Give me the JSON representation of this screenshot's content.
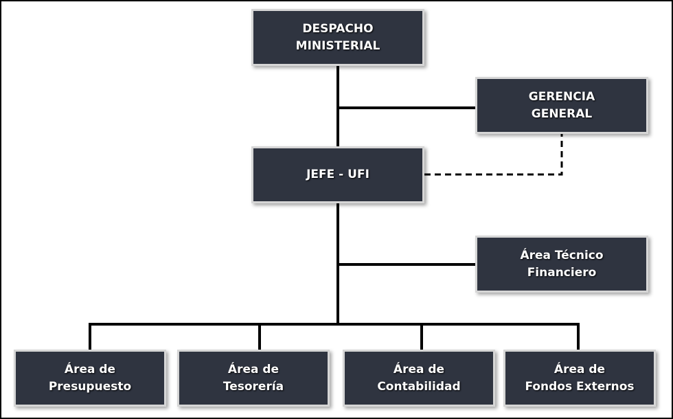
{
  "org_chart": {
    "despacho": {
      "line1": "DESPACHO",
      "line2": "MINISTERIAL"
    },
    "gerencia": {
      "line1": "GERENCIA",
      "line2": "GENERAL"
    },
    "jefe": {
      "line1": "JEFE - UFI"
    },
    "tecnico": {
      "line1": "Área Técnico",
      "line2": "Financiero"
    },
    "presupuesto": {
      "line1": "Área de",
      "line2": "Presupuesto"
    },
    "tesoreria": {
      "line1": "Área de",
      "line2": "Tesorería"
    },
    "contabilidad": {
      "line1": "Área de",
      "line2": "Contabilidad"
    },
    "fondos": {
      "line1": "Área de",
      "line2": "Fondos Externos"
    }
  },
  "colors": {
    "node_fill": "#2f3440",
    "node_border": "#d6d6d6",
    "node_text": "#ffffff",
    "connector": "#000000"
  }
}
